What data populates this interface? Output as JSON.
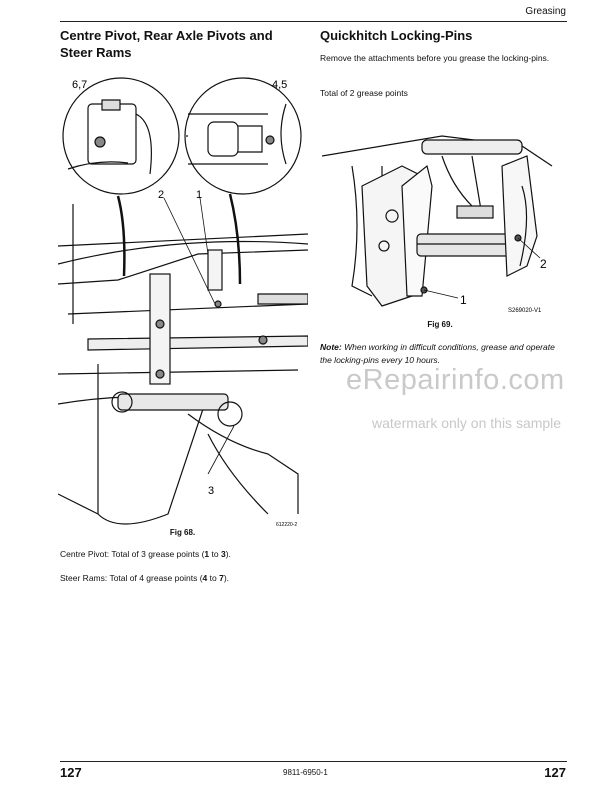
{
  "header": {
    "section": "Greasing"
  },
  "left": {
    "heading": "Centre Pivot, Rear Axle Pivots and Steer Rams",
    "fig_caption": "Fig 68.",
    "fig_code": "612220-2",
    "callouts": [
      "6,7",
      "4,5",
      "2",
      "1",
      "3"
    ],
    "para1_prefix": "Centre Pivot: Total of 3 grease points (",
    "para1_b1": "1",
    "para1_mid": " to ",
    "para1_b2": "3",
    "para1_suffix": ").",
    "para2_prefix": "Steer Rams: Total of 4 grease points (",
    "para2_b1": "4",
    "para2_mid": " to ",
    "para2_b2": "7",
    "para2_suffix": ")."
  },
  "right": {
    "heading": "Quickhitch Locking-Pins",
    "intro": "Remove the attachments before you grease the locking-pins.",
    "total": "Total of 2 grease points",
    "fig_code": "S269020-V1",
    "fig_caption": "Fig 69.",
    "callouts": [
      "1",
      "2"
    ],
    "note_label": "Note:",
    "note_text": " When working in difficult conditions, grease and operate the locking-pins every 10 hours."
  },
  "watermark": {
    "main": "eRepairinfo.com",
    "sub": "watermark only on this sample"
  },
  "footer": {
    "page_left": "127",
    "doc_number": "9811-6950-1",
    "page_right": "127"
  }
}
